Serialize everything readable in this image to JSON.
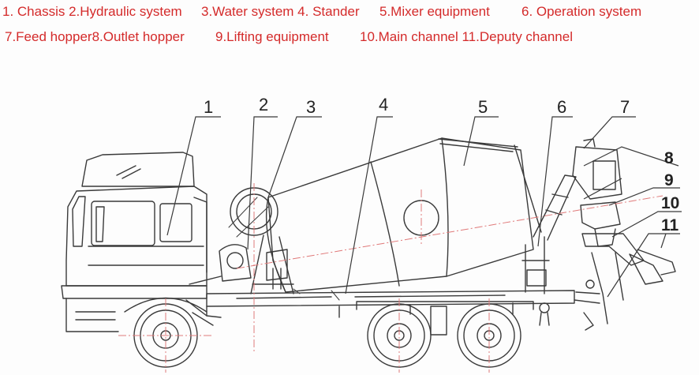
{
  "legend": {
    "color": "#d42a2a",
    "row1": [
      "1. Chassis 2.Hydraulic system",
      "3.Water system 4. Stander",
      "5.Mixer equipment",
      "6. Operation system"
    ],
    "row2": [
      "7.Feed hopper8.Outlet hopper",
      "9.Lifting equipment",
      "10.Main channel 11.Deputy channel"
    ]
  },
  "callouts": [
    "1",
    "2",
    "3",
    "4",
    "5",
    "6",
    "7",
    "8",
    "9",
    "10",
    "11"
  ],
  "colors": {
    "line": "#3a3a3a",
    "centerline": "#e07a7a",
    "callout_text": "#222222"
  }
}
